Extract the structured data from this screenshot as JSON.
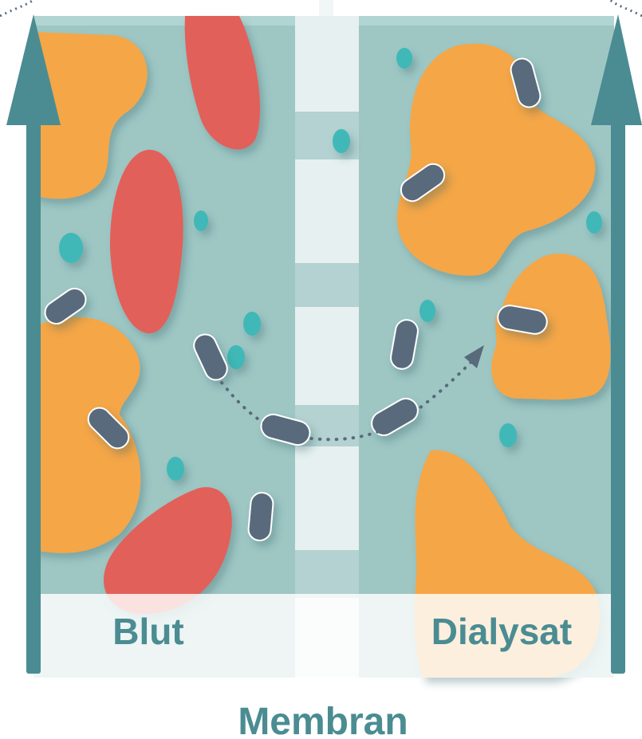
{
  "labels": {
    "left_compartment": "Blut",
    "right_compartment": "Dialysat",
    "membrane": "Membran"
  },
  "colors": {
    "compartment_fill": "#9ec7c4",
    "membrane_fill": "#e6f0f1",
    "arrow": "#4a8c92",
    "red_cell": "#e2605a",
    "orange_blob": "#f5a646",
    "toxin": "#586a7c",
    "small_particle": "#3fb8b8",
    "label_text": "#4a8c92"
  },
  "icons": {
    "flow_arrow": "arrow-up-icon",
    "transfer_path": "dotted-curved-arrow-icon"
  }
}
